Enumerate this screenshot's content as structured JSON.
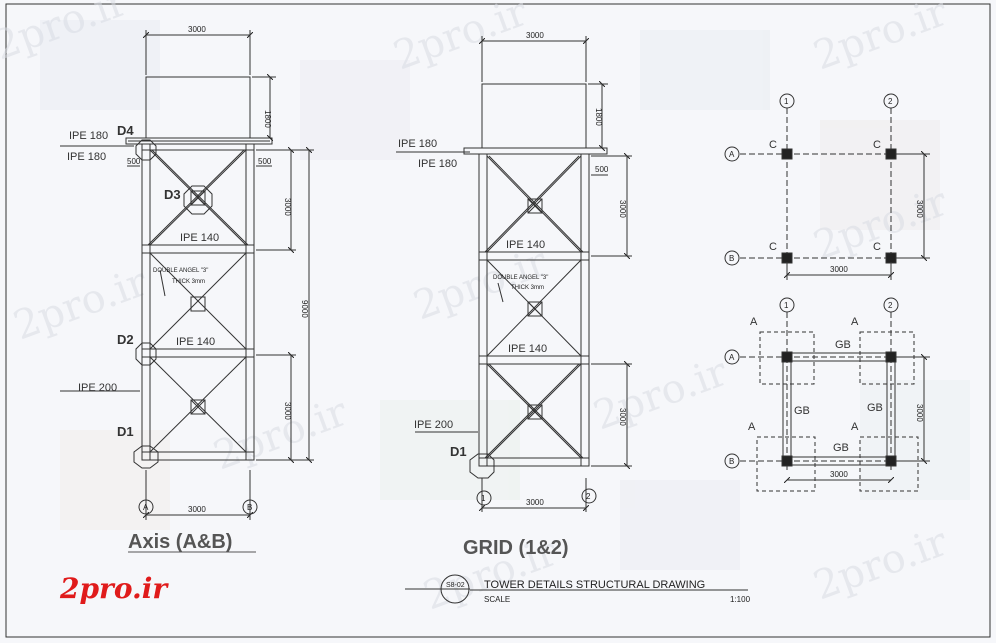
{
  "watermark": "2pro.ir",
  "logo": "2pro.ir",
  "colors": {
    "logo_red": "#e01b1b",
    "line": "#333333",
    "bg_tint": "#eef0f5"
  },
  "elevation_ab": {
    "title": "Axis (A&B)",
    "width_dim": "3000",
    "top_width_dim": "3000",
    "height_dim_total": "9000",
    "height_dim_upper": "3000",
    "height_dim_lower": "3000",
    "tank_dim": "1800",
    "offset_dim": "500",
    "offset_dim_left": "500",
    "labels": {
      "ipe180_a": "IPE 180",
      "ipe180_b": "IPE 180",
      "ipe140_a": "IPE 140",
      "ipe140_b": "IPE 140",
      "ipe200": "IPE 200",
      "angle": "DOUBLE ANGEL \"3\"",
      "thick": "THICK 3mm",
      "d4": "D4",
      "d3": "D3",
      "d2": "D2",
      "d1": "D1"
    },
    "axes": [
      "A",
      "B"
    ]
  },
  "elevation_grid": {
    "title": "GRID (1&2)",
    "width_dim": "3000",
    "top_width_dim": "3000",
    "height_dim_upper": "3000",
    "height_dim_lower": "3000",
    "tank_dim": "1800",
    "offset_dim": "500",
    "labels": {
      "ipe180_a": "IPE 180",
      "ipe180_b": "IPE 180",
      "ipe140_a": "IPE 140",
      "ipe140_b": "IPE 140",
      "ipe200": "IPE 200",
      "angle": "DOUBLE ANGEL \"3\"",
      "thick": "THICK 3mm",
      "d1": "D1"
    },
    "axes": [
      "1",
      "2"
    ]
  },
  "plan_columns": {
    "axes_top": [
      "1",
      "2"
    ],
    "axes_left": [
      "A",
      "B"
    ],
    "col_label": "C",
    "width_dim": "3000",
    "height_dim": "3000"
  },
  "plan_foundation": {
    "axes_top": [
      "1",
      "2"
    ],
    "axes_left": [
      "A",
      "B"
    ],
    "footing_label": "A",
    "beam_label": "GB",
    "width_dim": "3000",
    "height_dim": "3000"
  },
  "title_block": {
    "sheet_no": "S8-02",
    "title": "TOWER  DETAILS STRUCTURAL DRAWING",
    "scale_label": "SCALE",
    "scale_value": "1:100"
  }
}
